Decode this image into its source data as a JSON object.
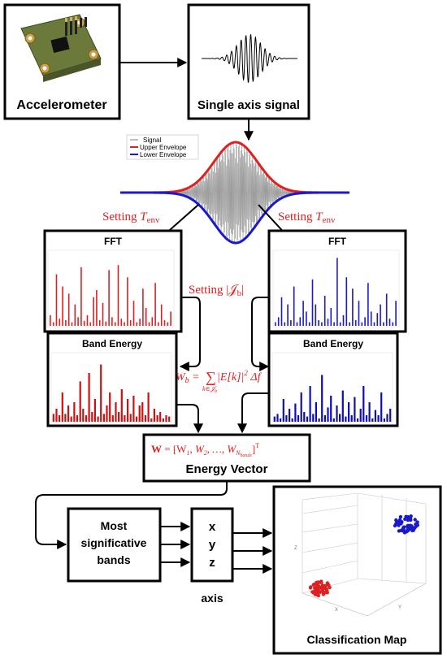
{
  "nodes": {
    "accelerometer": "Accelerometer",
    "single_axis": "Single axis signal",
    "fft_left": "FFT",
    "fft_right": "FFT",
    "band_left": "Band Energy",
    "band_right": "Band Energy",
    "energy_vector": "Energy Vector",
    "most_sig_1": "Most",
    "most_sig_2": "significative",
    "most_sig_3": "bands",
    "axis_x": "x",
    "axis_y": "y",
    "axis_z": "z",
    "axis_label": "axis",
    "class_map": "Classification Map"
  },
  "legend": {
    "signal": "Signal",
    "upper": "Upper Envelope",
    "lower": "Lower Envelope"
  },
  "annotations": {
    "setting_text": "Setting ",
    "t_env_T": "T",
    "t_env_sub": "env",
    "setting_jb": "Setting |𝒥",
    "setting_jb_sub": "b",
    "setting_jb_close": "|",
    "wb_lhs": "W",
    "wb_lhs_sub": "b",
    "wb_eq": " = ",
    "wb_sum": "∑",
    "wb_sum_sub": "k∈𝒥",
    "wb_sum_sub_b": "b",
    "wb_rhs": "|E[k]|",
    "wb_exp": "2",
    "wb_tail": " Δf",
    "w_vec_bold": "W",
    "w_vec": " = [W",
    "w_vec_1": "1",
    "w_vec_mid1": ",  W",
    "w_vec_2": "2",
    "w_vec_mid2": ",  …,  W",
    "w_vec_n": "N",
    "w_vec_n_sub": "bands",
    "w_vec_close": "]",
    "w_vec_T": "T"
  },
  "colors": {
    "red": "#e02020",
    "blue": "#1a1acc",
    "dark_red": "#cc1111",
    "dark_blue": "#0d0dbb"
  },
  "scatter_axes": {
    "x": "X",
    "y": "Y",
    "z": "Z"
  },
  "spectra": {
    "fft_left": [
      0.15,
      0.05,
      0.72,
      0.1,
      0.55,
      0.08,
      0.45,
      0.05,
      0.3,
      0.12,
      0.82,
      0.07,
      0.15,
      0.05,
      0.4,
      0.5,
      0.08,
      0.32,
      0.06,
      0.78,
      0.12,
      0.05,
      0.85,
      0.1,
      0.05,
      0.68,
      0.08,
      0.35,
      0.05,
      0.1,
      0.52,
      0.25,
      0.05,
      0.12,
      0.6,
      0.05,
      0.3,
      0.08,
      0.05,
      0.2
    ],
    "fft_right": [
      0.05,
      0.12,
      0.4,
      0.05,
      0.3,
      0.08,
      0.55,
      0.05,
      0.12,
      0.35,
      0.2,
      0.05,
      0.65,
      0.3,
      0.08,
      0.05,
      0.42,
      0.1,
      0.25,
      0.05,
      0.95,
      0.05,
      0.15,
      0.68,
      0.05,
      0.52,
      0.08,
      0.35,
      0.05,
      0.12,
      0.6,
      0.2,
      0.05,
      0.18,
      0.3,
      0.05,
      0.45,
      0.1,
      0.05,
      0.35
    ],
    "band_left": [
      0.12,
      0.2,
      0.1,
      0.45,
      0.12,
      0.25,
      0.08,
      0.3,
      0.1,
      0.62,
      0.2,
      0.1,
      0.75,
      0.15,
      0.35,
      0.08,
      0.88,
      0.12,
      0.25,
      0.45,
      0.1,
      0.3,
      0.15,
      0.5,
      0.1,
      0.35,
      0.12,
      0.4,
      0.08,
      0.25,
      0.3,
      0.1,
      0.45,
      0.05,
      0.2,
      0.1,
      0.15,
      0.05,
      0.1,
      0.08
    ],
    "band_right": [
      0.08,
      0.12,
      0.05,
      0.35,
      0.1,
      0.2,
      0.05,
      0.28,
      0.1,
      0.45,
      0.15,
      0.08,
      0.55,
      0.12,
      0.3,
      0.05,
      0.72,
      0.1,
      0.22,
      0.4,
      0.05,
      0.25,
      0.12,
      0.48,
      0.08,
      0.3,
      0.1,
      0.38,
      0.05,
      0.2,
      0.55,
      0.1,
      0.3,
      0.05,
      0.18,
      0.1,
      0.45,
      0.05,
      0.12,
      0.2
    ]
  }
}
